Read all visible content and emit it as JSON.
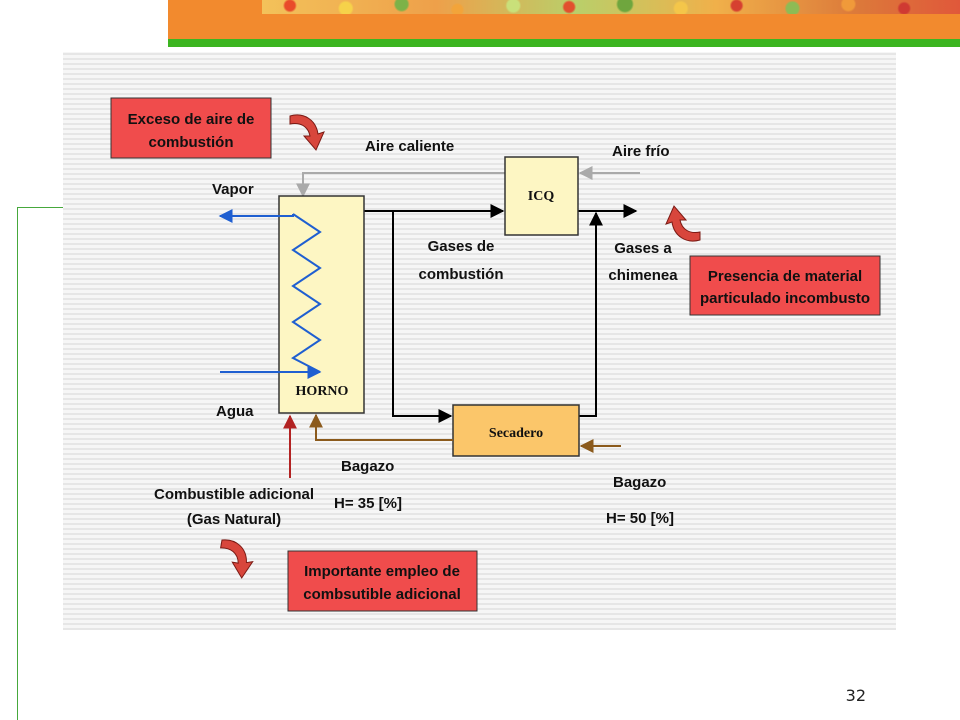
{
  "slide": {
    "number": "32"
  },
  "colors": {
    "header_orange": "#f28a2e",
    "header_green": "#3cb521",
    "callout_red": "#f04c4c",
    "unit_fill": "#fdf6c3",
    "dryer_fill": "#fbc66a",
    "water_steam_blue": "#1f5fd1",
    "bagasse_brown": "#8b5a1c",
    "fuel_red": "#b22222",
    "air_gray": "#aaaaaa"
  },
  "diagram": {
    "units": {
      "furnace": "HORNO",
      "heat_exchanger": "ICQ",
      "dryer": "Secadero"
    },
    "streams": {
      "steam": "Vapor",
      "water": "Agua",
      "hot_air": "Aire caliente",
      "cold_air": "Aire frío",
      "flue_gases_line1": "Gases de",
      "flue_gases_line2": "combustión",
      "stack_gases_line1": "Gases a",
      "stack_gases_line2": "chimenea",
      "dry_bagasse": "Bagazo",
      "dry_bagasse_humidity": "H= 35 [%]",
      "wet_bagasse": "Bagazo",
      "wet_bagasse_humidity": "H= 50 [%]",
      "extra_fuel_line1": "Combustible adicional",
      "extra_fuel_line2": "(Gas Natural)"
    },
    "callouts": {
      "excess_air_line1": "Exceso de aire de",
      "excess_air_line2": "combustión",
      "particulate_line1": "Presencia de material",
      "particulate_line2": "particulado incombusto",
      "extra_fuel_use_line1": "Importante empleo de",
      "extra_fuel_use_line2": "combsutible adicional"
    },
    "icons": {
      "callout_arrow": "curved-arrow-icon"
    }
  }
}
